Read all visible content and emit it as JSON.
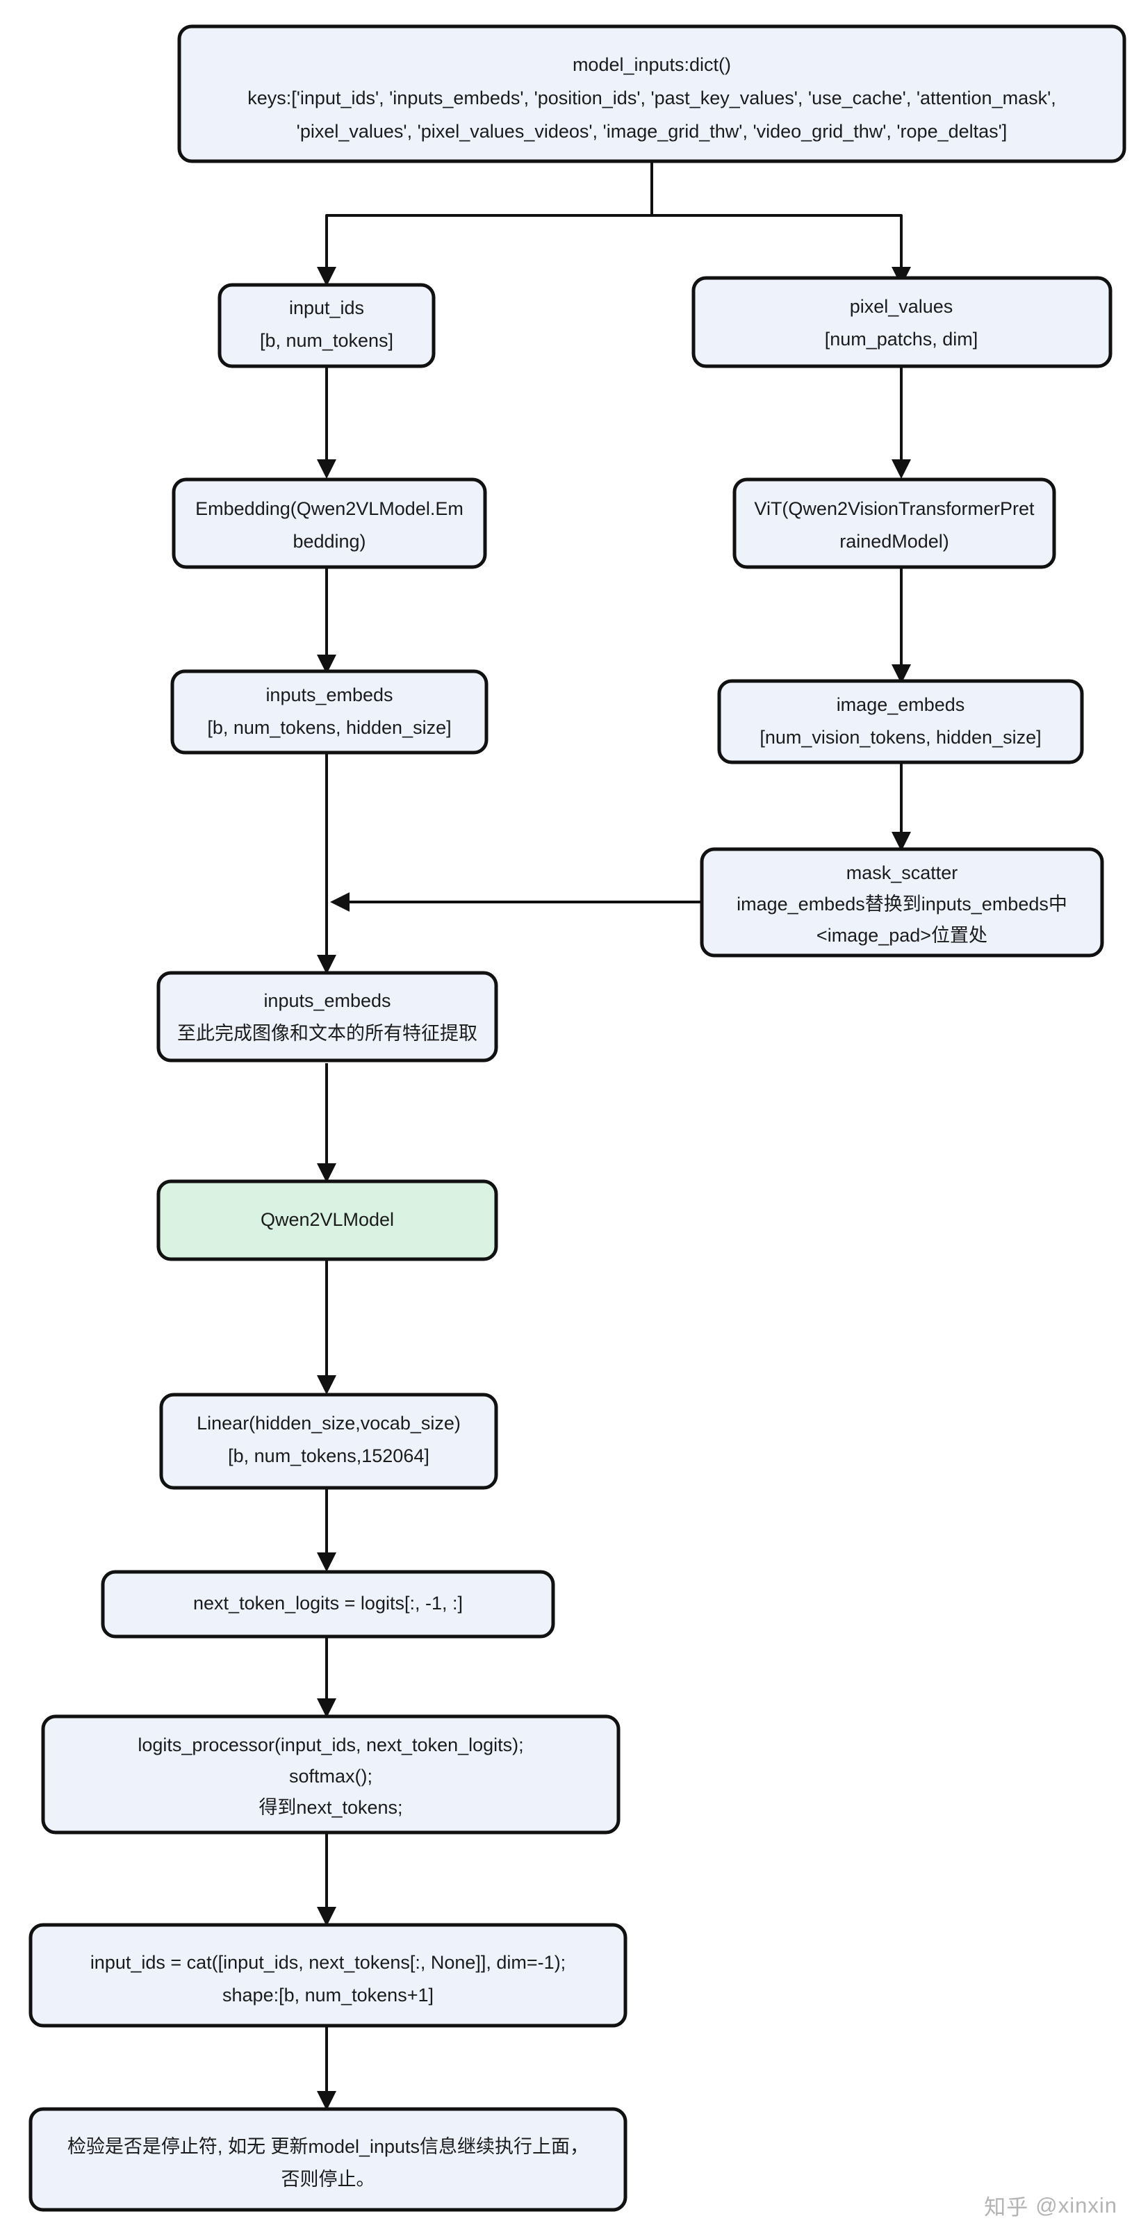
{
  "meta": {
    "title": "Qwen2-VL model forward / generate flowchart",
    "colors": {
      "node_fill_default": "#eef2fb",
      "node_fill_highlight": "#d9f2e1",
      "node_stroke": "#111111",
      "edge": "#111111",
      "text": "#1b1b1b",
      "watermark": "#b4b4b4",
      "background": "#ffffff"
    }
  },
  "nodes": {
    "model_inputs": {
      "line1": "model_inputs:dict()",
      "line2": "keys:['input_ids', 'inputs_embeds', 'position_ids', 'past_key_values', 'use_cache', 'attention_mask',",
      "line3": "'pixel_values', 'pixel_values_videos', 'image_grid_thw', 'video_grid_thw', 'rope_deltas']"
    },
    "input_ids": {
      "line1": "input_ids",
      "line2": "[b, num_tokens]"
    },
    "pixel_values": {
      "line1": "pixel_values",
      "line2": "[num_patchs, dim]"
    },
    "embedding": {
      "line1": "Embedding(Qwen2VLModel.Em",
      "line2": "bedding)"
    },
    "vit": {
      "line1": "ViT(Qwen2VisionTransformerPret",
      "line2": "rainedModel)"
    },
    "inputs_embeds": {
      "line1": "inputs_embeds",
      "line2": "[b, num_tokens, hidden_size]"
    },
    "image_embeds": {
      "line1": "image_embeds",
      "line2": "[num_vision_tokens, hidden_size]"
    },
    "mask_scatter": {
      "line1": "mask_scatter",
      "line2": "image_embeds替换到inputs_embeds中",
      "line3": "<image_pad>位置处"
    },
    "inputs_embeds_final": {
      "line1": "inputs_embeds",
      "line2": "至此完成图像和文本的所有特征提取"
    },
    "qwen2vlmodel": {
      "line1": "Qwen2VLModel"
    },
    "linear": {
      "line1": "Linear(hidden_size,vocab_size)",
      "line2": "[b, num_tokens,152064]"
    },
    "next_token_logits": {
      "line1": "next_token_logits = logits[:, -1, :]"
    },
    "logits_processor": {
      "line1": "logits_processor(input_ids, next_token_logits);",
      "line2": "softmax();",
      "line3": "得到next_tokens;"
    },
    "cat_input_ids": {
      "line1": "input_ids = cat([input_ids, next_tokens[:, None]], dim=-1);",
      "line2": "shape:[b, num_tokens+1]"
    },
    "stop_check": {
      "line1": "检验是否是停止符, 如无 更新model_inputs信息继续执行上面，",
      "line2": "否则停止。"
    }
  },
  "watermark": {
    "logo": "知乎",
    "handle": "@xinxin"
  }
}
